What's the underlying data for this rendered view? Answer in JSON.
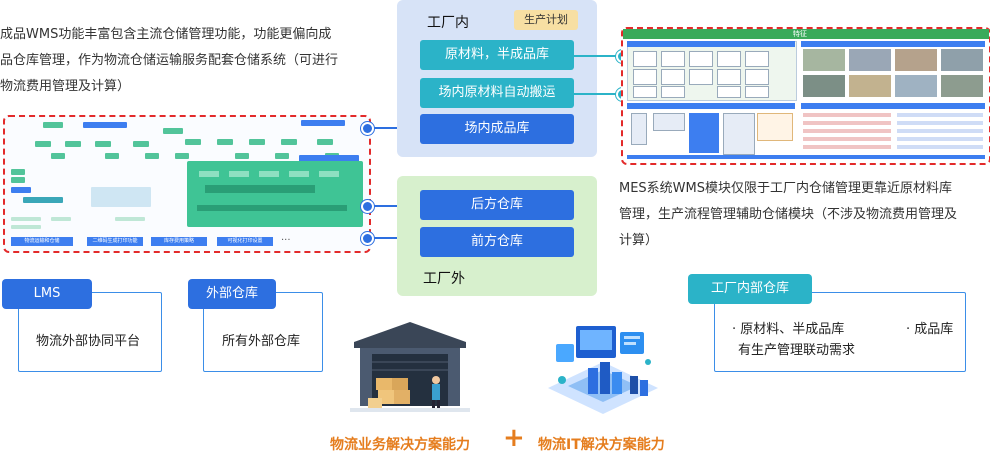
{
  "left_description": [
    "成品WMS功能丰富包含主流仓储管理功能，功能更偏向成",
    "品仓库管理，作为物流仓储运输服务配套仓储系统（可进行",
    "物流费用管理及计算）"
  ],
  "right_description": [
    "MES系统WMS模块仅限于工厂内仓储管理更靠近原材料库",
    "管理，生产流程管理辅助仓储模块（不涉及物流费用管理及",
    "计算）"
  ],
  "factory_in": {
    "title": "工厂内",
    "tag": "生产计划",
    "items": [
      "原材料，半成品库",
      "场内原材料自动搬运",
      "场内成品库"
    ]
  },
  "factory_out": {
    "title": "工厂外",
    "items": [
      "后方仓库",
      "前方仓库"
    ]
  },
  "left_screenshot": {
    "bottom_labels": [
      "物流运输和仓储",
      "二维码生成打印功能",
      "库存费用策略",
      "可视化打印设置",
      "···"
    ]
  },
  "right_screenshot": {
    "title": "特征"
  },
  "cards": [
    {
      "tag": "LMS",
      "text": "物流外部协同平台"
    },
    {
      "tag": "外部仓库",
      "text": "所有外部仓库"
    },
    {
      "tag": "工厂内部仓库",
      "items": [
        "· 原材料、半成品库",
        "· 成品库"
      ],
      "sub": "有生产管理联动需求"
    }
  ],
  "bottom": {
    "left": "物流业务解决方案能力",
    "plus": "+",
    "right": "物流IT解决方案能力"
  },
  "colors": {
    "blue": "#2d6fe0",
    "teal": "#2bb3c8",
    "orange": "#e57d1e",
    "panel_in": "#d7e3f7",
    "panel_out": "#d7f0cd",
    "dash": "#e32a2a"
  }
}
